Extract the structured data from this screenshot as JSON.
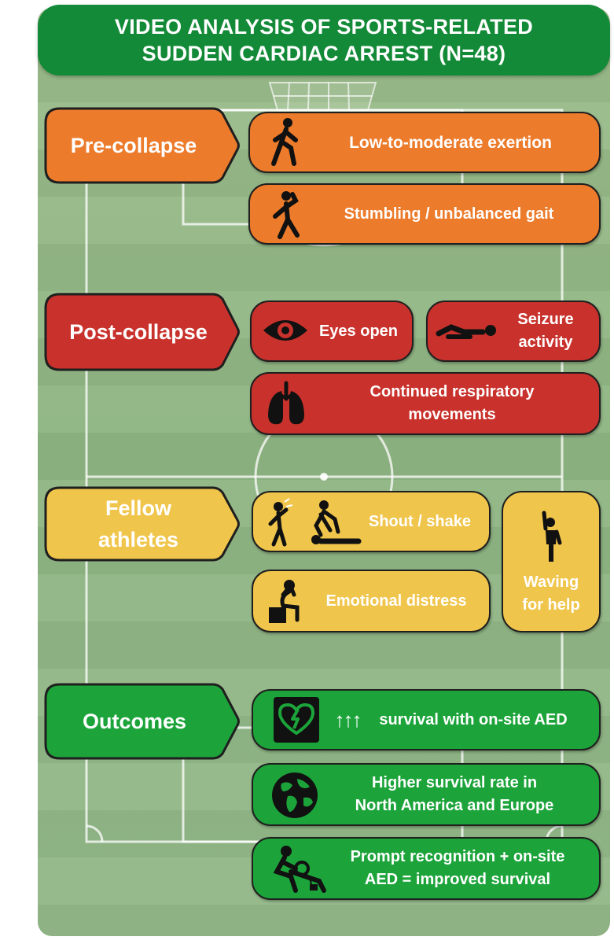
{
  "header": {
    "title_line1": "VIDEO ANALYSIS OF SPORTS-RELATED",
    "title_line2": "SUDDEN CARDIAC ARREST (N=48)"
  },
  "pre_collapse": {
    "label": "Pre-collapse",
    "items": [
      {
        "text": "Low-to-moderate exertion",
        "icon": "walking-person-icon"
      },
      {
        "text": "Stumbling / unbalanced gait",
        "icon": "stumbling-person-icon"
      }
    ]
  },
  "post_collapse": {
    "label": "Post-collapse",
    "eyes": {
      "text": "Eyes open",
      "icon": "eye-icon"
    },
    "seizure": {
      "line1": "Seizure",
      "line2": "activity",
      "icon": "lying-person-icon"
    },
    "respiratory": {
      "line1": "Continued respiratory",
      "line2": "movements",
      "icon": "lungs-icon"
    }
  },
  "fellow_athletes": {
    "label_line1": "Fellow",
    "label_line2": "athletes",
    "shout": {
      "text": "Shout / shake",
      "icon": "shout-shake-icon"
    },
    "distress": {
      "text": "Emotional distress",
      "icon": "distressed-person-icon"
    },
    "waving": {
      "line1": "Waving",
      "line2": "for help",
      "icon": "waving-person-icon"
    }
  },
  "outcomes": {
    "label": "Outcomes",
    "aed": {
      "arrows": "↑↑↑",
      "text": "survival with on-site AED",
      "icon": "aed-heart-icon"
    },
    "region": {
      "line1": "Higher survival rate in",
      "line2": "North America and Europe",
      "icon": "globe-icon"
    },
    "prompt": {
      "line1": "Prompt recognition + on-site",
      "line2": "AED =  improved survival",
      "icon": "cpr-aed-icon"
    }
  },
  "colors": {
    "pre_collapse": "#ec7b2b",
    "post_collapse": "#c9322c",
    "fellow_athletes": "#f0c54b",
    "outcomes": "#1ca43a",
    "banner": "#138a37",
    "field": "#93b889"
  }
}
